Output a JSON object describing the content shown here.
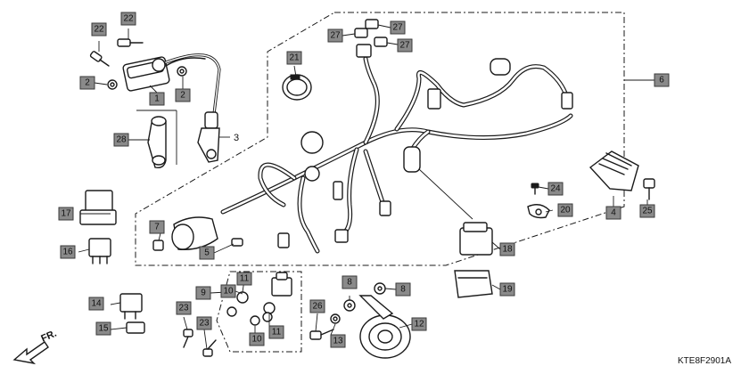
{
  "diagram_code": "KTE8F2901A",
  "direction_label": "FR.",
  "callouts": [
    "1",
    "2",
    "2",
    "3",
    "4",
    "5",
    "6",
    "7",
    "8",
    "8",
    "9",
    "10",
    "10",
    "11",
    "11",
    "12",
    "13",
    "14",
    "15",
    "16",
    "17",
    "18",
    "19",
    "20",
    "21",
    "22",
    "22",
    "23",
    "23",
    "24",
    "25",
    "26",
    "27",
    "27",
    "27",
    "28"
  ],
  "colors": {
    "callout_fill": "#8a8a8a",
    "line": "#1a1a1a",
    "background": "#ffffff"
  }
}
